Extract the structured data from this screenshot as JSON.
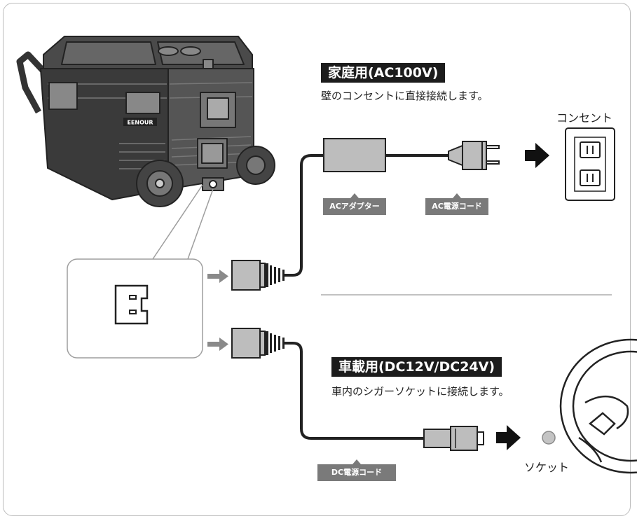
{
  "home": {
    "title": "家庭用(AC100V)",
    "description": "壁のコンセントに直接接続します。",
    "outlet_label": "コンセント",
    "adapter_tag": "ACアダプター",
    "power_cord_tag": "AC電源コード"
  },
  "car": {
    "title": "車載用(DC12V/DC24V)",
    "description": "車内のシガーソケットに接続します。",
    "socket_label": "ソケット",
    "power_cord_tag": "DC電源コード"
  },
  "fridge": {
    "brand": "EENOUR"
  },
  "colors": {
    "title_bg": "#1c1c1c",
    "tag_bg": "#7a7a7a",
    "connector_gray": "#bdbdbd",
    "line": "#222222"
  }
}
